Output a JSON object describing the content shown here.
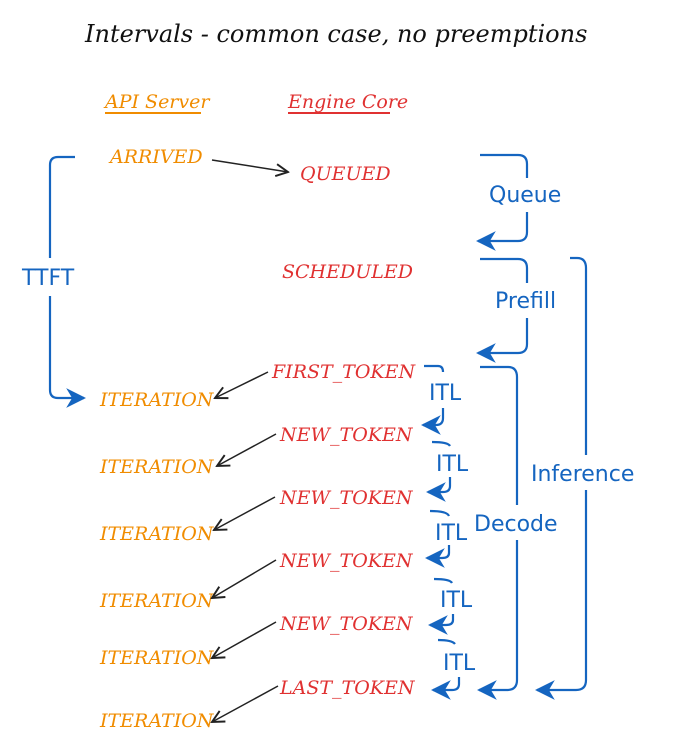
{
  "title": "Intervals - common case, no preemptions",
  "columns": {
    "api_server": "API Server",
    "engine_core": "Engine Core"
  },
  "colors": {
    "api_server": "#f08c00",
    "engine_core": "#e03131",
    "intervals": "#1565c0",
    "arrows": "#222222"
  },
  "api_states": [
    "ARRIVED",
    "ITERATION",
    "ITERATION",
    "ITERATION",
    "ITERATION",
    "ITERATION",
    "ITERATION"
  ],
  "engine_states": [
    "QUEUED",
    "SCHEDULED",
    "FIRST_TOKEN",
    "NEW_TOKEN",
    "NEW_TOKEN",
    "NEW_TOKEN",
    "NEW_TOKEN",
    "LAST_TOKEN"
  ],
  "intervals": {
    "ttft": "TTFT",
    "queue": "Queue",
    "prefill": "Prefill",
    "decode": "Decode",
    "inference": "Inference",
    "itl": [
      "ITL",
      "ITL",
      "ITL",
      "ITL",
      "ITL"
    ]
  }
}
